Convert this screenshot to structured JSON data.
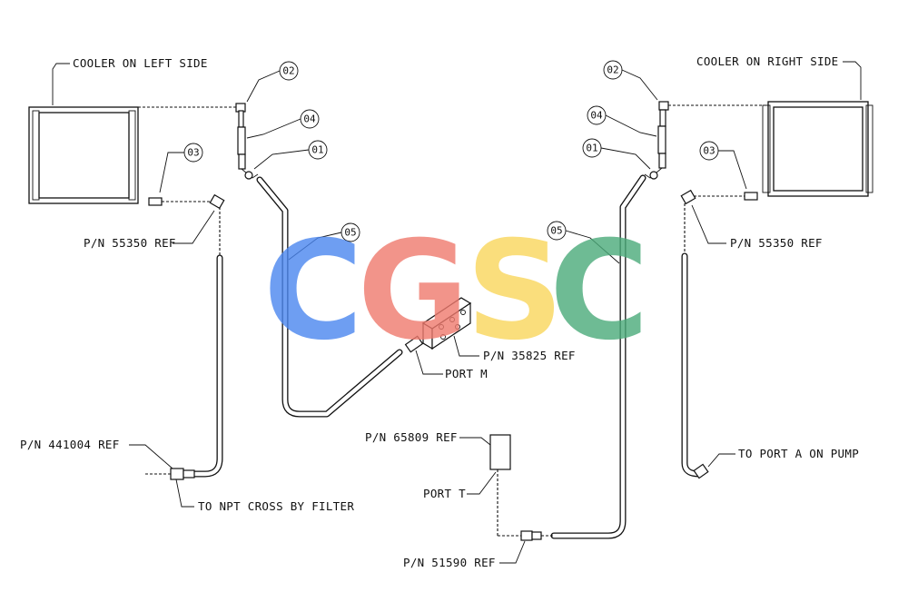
{
  "labels": {
    "cooler_left": "COOLER ON LEFT SIDE",
    "cooler_right": "COOLER ON RIGHT SIDE",
    "pn_55350_left": "P/N 55350 REF",
    "pn_55350_right": "P/N 55350 REF",
    "pn_441004": "P/N 441004 REF",
    "to_npt_cross": "TO NPT CROSS BY FILTER",
    "pn_35825": "P/N 35825 REF",
    "port_m": "PORT M",
    "pn_65809": "P/N 65809 REF",
    "port_t": "PORT T",
    "pn_51590": "P/N 51590 REF",
    "to_port_a": "TO PORT A ON PUMP"
  },
  "callouts": {
    "left_02": "02",
    "left_04": "04",
    "left_03": "03",
    "left_01": "01",
    "left_05": "05",
    "right_02": "02",
    "right_04": "04",
    "right_03": "03",
    "right_01": "01",
    "right_05": "05"
  },
  "watermark": {
    "letters": [
      "C",
      "G",
      "S",
      "C"
    ],
    "colors": [
      "#4a86f0",
      "#f07a6e",
      "#fad75c",
      "#4bab7a"
    ]
  }
}
